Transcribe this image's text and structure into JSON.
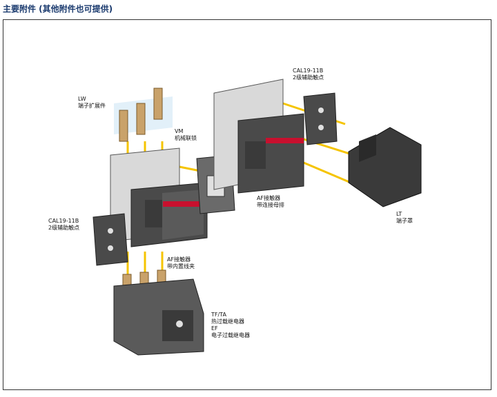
{
  "header": {
    "title": "主要附件 (其他附件也可提供)"
  },
  "labels": {
    "lw": {
      "code": "LW",
      "name": "端子扩展件"
    },
    "vm": {
      "code": "VM",
      "name": "机械联锁"
    },
    "cal_top": {
      "code": "CAL19-11B",
      "name": "2级辅助触点"
    },
    "cal_left": {
      "code": "CAL19-11B",
      "name": "2级辅助触点"
    },
    "af_bus": {
      "line1": "AF接触器",
      "line2": "带连接母排"
    },
    "lt": {
      "code": "LT",
      "name": "端子罩"
    },
    "af_clamp": {
      "line1": "AF接触器",
      "line2": "带内置线夹"
    },
    "tf": {
      "line1": "TF/TA",
      "line2": "热过载继电器",
      "line3": "EF",
      "line4": "电子过载继电器"
    }
  },
  "colors": {
    "title": "#1a3a6e",
    "accent_red": "#c8102e",
    "connector_yellow": "#f5c400",
    "body_dark": "#4a4a4a",
    "body_light": "#d9d9d9"
  }
}
